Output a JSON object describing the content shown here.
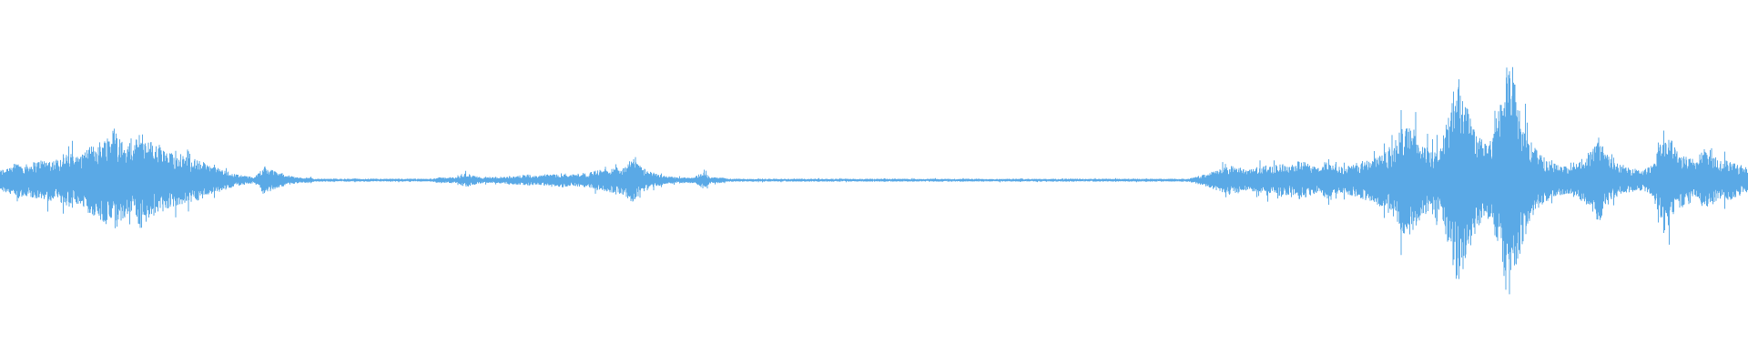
{
  "waveform": {
    "color": "#5aa9e6",
    "background": "#ffffff",
    "amplitude_envelope": [
      0.07,
      0.1,
      0.12,
      0.11,
      0.13,
      0.15,
      0.14,
      0.16,
      0.19,
      0.17,
      0.22,
      0.26,
      0.3,
      0.38,
      0.27,
      0.22,
      0.34,
      0.28,
      0.24,
      0.2,
      0.18,
      0.17,
      0.15,
      0.13,
      0.1,
      0.08,
      0.06,
      0.04,
      0.03,
      0.02,
      0.1,
      0.07,
      0.05,
      0.03,
      0.02,
      0.02,
      0.01,
      0.01,
      0.01,
      0.01,
      0.01,
      0.01,
      0.01,
      0.01,
      0.01,
      0.01,
      0.01,
      0.01,
      0.01,
      0.01,
      0.02,
      0.02,
      0.02,
      0.05,
      0.03,
      0.02,
      0.02,
      0.02,
      0.03,
      0.03,
      0.04,
      0.03,
      0.04,
      0.04,
      0.05,
      0.04,
      0.05,
      0.05,
      0.07,
      0.08,
      0.09,
      0.1,
      0.16,
      0.09,
      0.06,
      0.04,
      0.03,
      0.02,
      0.02,
      0.02,
      0.06,
      0.02,
      0.02,
      0.01,
      0.01,
      0.01,
      0.01,
      0.01,
      0.01,
      0.01,
      0.01,
      0.01,
      0.01,
      0.01,
      0.01,
      0.01,
      0.01,
      0.01,
      0.01,
      0.01,
      0.01,
      0.01,
      0.01,
      0.01,
      0.01,
      0.01,
      0.01,
      0.01,
      0.01,
      0.01,
      0.01,
      0.01,
      0.01,
      0.01,
      0.01,
      0.01,
      0.01,
      0.01,
      0.01,
      0.01,
      0.01,
      0.01,
      0.01,
      0.01,
      0.01,
      0.01,
      0.01,
      0.01,
      0.01,
      0.01,
      0.01,
      0.01,
      0.01,
      0.01,
      0.01,
      0.01,
      0.02,
      0.04,
      0.06,
      0.08,
      0.1,
      0.09,
      0.07,
      0.08,
      0.11,
      0.09,
      0.12,
      0.1,
      0.14,
      0.11,
      0.09,
      0.12,
      0.1,
      0.09,
      0.11,
      0.13,
      0.15,
      0.18,
      0.22,
      0.3,
      0.4,
      0.35,
      0.25,
      0.2,
      0.22,
      0.5,
      0.75,
      0.55,
      0.35,
      0.25,
      0.3,
      0.7,
      0.85,
      0.55,
      0.3,
      0.2,
      0.15,
      0.12,
      0.1,
      0.09,
      0.14,
      0.2,
      0.3,
      0.18,
      0.12,
      0.09,
      0.08,
      0.07,
      0.1,
      0.25,
      0.32,
      0.2,
      0.18,
      0.14,
      0.22,
      0.17,
      0.13,
      0.15,
      0.11,
      0.09
    ]
  }
}
